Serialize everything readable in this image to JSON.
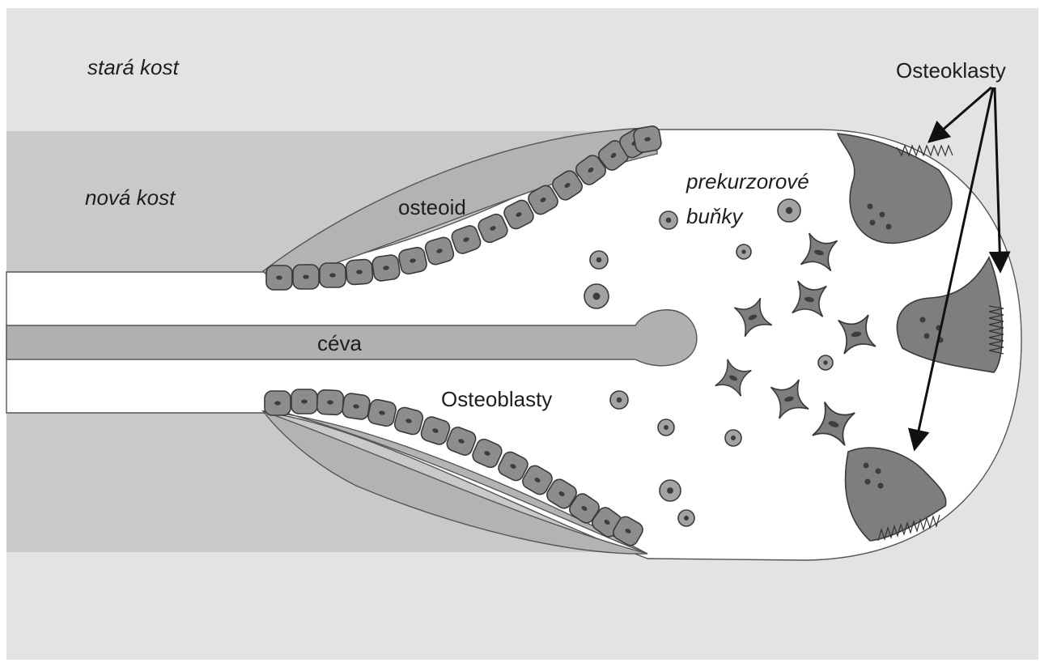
{
  "labels": {
    "old_bone": "stará kost",
    "new_bone": "nová kost",
    "osteoid": "osteoid",
    "precursor_line1": "prekurzorové",
    "precursor_line2": "buňky",
    "vessel": "céva",
    "osteoblasts": "Osteoblasty",
    "osteoclasts": "Osteoklasty"
  },
  "colors": {
    "old_bone": "#e3e3e3",
    "new_bone": "#c9c9c9",
    "osteoid": "#b3b3b3",
    "vessel": "#b0b0b0",
    "cavity": "#ffffff",
    "osteoblast": "#8d8d8d",
    "osteoclast": "#7e7e7e",
    "precursor_cell": "#a3a3a3",
    "nucleus": "#3d3d3d",
    "text": "#1e1e1e"
  }
}
